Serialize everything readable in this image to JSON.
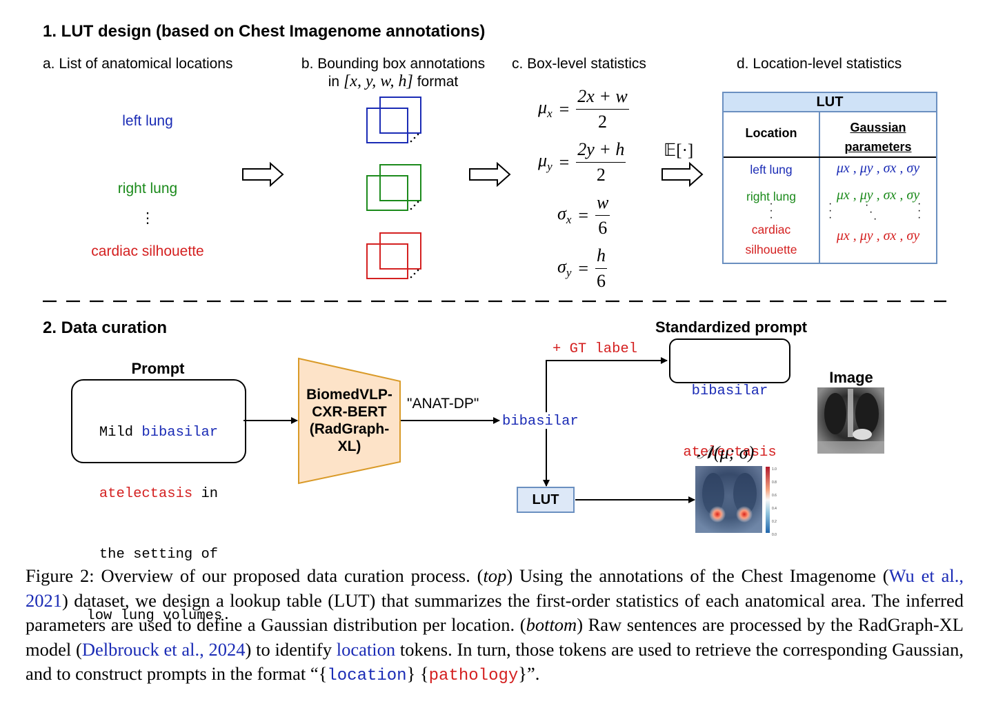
{
  "section1": {
    "title": "1. LUT design (based on Chest Imagenome annotations)",
    "col_a": {
      "label": "a. List of anatomical locations",
      "items": [
        "left lung",
        "right lung",
        "⋮",
        "cardiac silhouette"
      ]
    },
    "col_b": {
      "label": "b. Bounding box annotations",
      "label2_prefix": "in",
      "label2_math": "[x, y, w, h]",
      "label2_suffix": "format"
    },
    "col_c": {
      "label": "c. Box-level statistics",
      "mu_x": {
        "lhs": "μ",
        "sub": "x",
        "num": "2x + w",
        "den": "2"
      },
      "mu_y": {
        "lhs": "μ",
        "sub": "y",
        "num": "2y + h",
        "den": "2"
      },
      "sigma_x": {
        "lhs": "σ",
        "sub": "x",
        "num": "w",
        "den": "6"
      },
      "sigma_y": {
        "lhs": "σ",
        "sub": "y",
        "num": "h",
        "den": "6"
      }
    },
    "expectation": "𝔼[·]",
    "col_d": {
      "label": "d. Location-level statistics",
      "lut": {
        "title": "LUT",
        "col1_header": "Location",
        "col2_header_1": "Gaussian",
        "col2_header_2": "parameters",
        "rows": [
          {
            "location": "left lung",
            "params": "μx , μy , σx , σy"
          },
          {
            "location": "right lung",
            "params": "μx , μy , σx , σy"
          },
          {
            "location": "cardiac",
            "location2": "silhouette",
            "params": "μx , μy , σx , σy"
          }
        ]
      }
    }
  },
  "section2": {
    "title": "2. Data curation",
    "prompt_label": "Prompt",
    "prompt_lines": [
      {
        "pre": "Mild ",
        "blue": "bibasilar",
        "red": "",
        "post": ""
      },
      {
        "pre": "",
        "blue": "",
        "red": "atelectasis",
        "post": " in"
      },
      {
        "pre": "the setting of",
        "blue": "",
        "red": "",
        "post": ""
      },
      {
        "pre": "low lung volumes.",
        "blue": "",
        "red": "",
        "post": ""
      }
    ],
    "model_lines": [
      "BiomedVLP-",
      "CXR-BERT",
      "(RadGraph-",
      "XL)"
    ],
    "anat_dp": "\"ANAT-DP\"",
    "token": "bibasilar",
    "gt_label": "+ GT label",
    "std_prompt_label": "Standardized prompt",
    "std_prompt_blue": "bibasilar",
    "std_prompt_red": "atelectasis",
    "image_label": "Image",
    "lut_box": "LUT",
    "gaussian_label": "𝒩(μ; σ)",
    "colorbar_ticks": [
      "1.0",
      "0.8",
      "0.6",
      "0.4",
      "0.2",
      "0.0"
    ]
  },
  "caption": {
    "p1": "Figure 2: Overview of our proposed data curation process. (",
    "top": "top",
    "p2": ") Using the annotations of the Chest Imagenome (",
    "ref1": "Wu et al., 2021",
    "p3": ") dataset, we design a lookup table (LUT) that summarizes the first-order statistics of each anatomical area. The inferred parameters are used to define a Gaussian distribution per location. (",
    "bottom": "bottom",
    "p4": ") Raw sentences are processed by the RadGraph-XL model (",
    "ref2": "Delbrouck et al., 2024",
    "p5": ") to identify ",
    "loc_word": "location",
    "p6": " tokens. In turn, those tokens are used to retrieve the corresponding Gaussian, and to construct prompts in the format “{",
    "fmt_loc": "location",
    "p7": "} {",
    "fmt_path": "pathology",
    "p8": "}”."
  },
  "colors": {
    "blue": "#1a2bb5",
    "green": "#1b8a1b",
    "red": "#d42020",
    "lut_header": "#cfe2f7",
    "lut_border": "#6a8fc0",
    "model_fill": "#fde3c8",
    "model_border": "#d99a28"
  }
}
